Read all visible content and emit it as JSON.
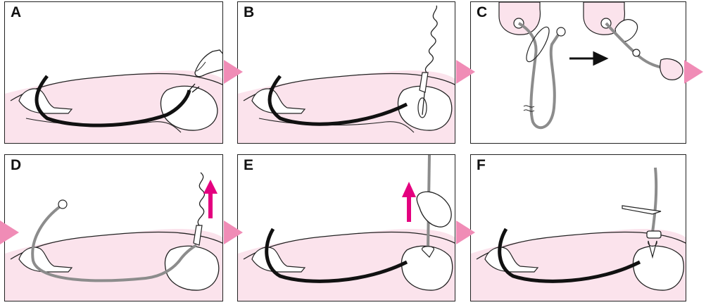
{
  "panels": [
    {
      "id": "A",
      "label": "A"
    },
    {
      "id": "B",
      "label": "B"
    },
    {
      "id": "C",
      "label": "C"
    },
    {
      "id": "D",
      "label": "D"
    },
    {
      "id": "E",
      "label": "E"
    },
    {
      "id": "F",
      "label": "F"
    }
  ],
  "colors": {
    "skin": "#fbe3ec",
    "arrow_pink": "#f08cb6",
    "magenta": "#e4007f",
    "scope": "#111111",
    "wire": "#8c8c8c",
    "outline": "#222222"
  },
  "icons": {
    "step_arrow": "pink-triangle-arrow",
    "direction_arrow": "black-right-arrow",
    "pull_arrow": "magenta-up-arrow"
  }
}
